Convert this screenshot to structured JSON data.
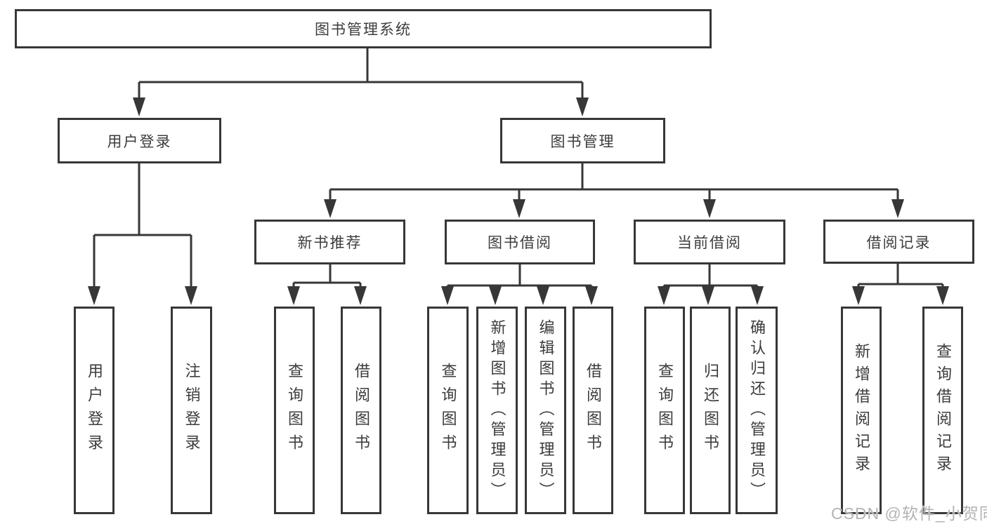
{
  "tree": {
    "root": {
      "label": "图书管理系统"
    },
    "login": {
      "label": "用户登录",
      "children": [
        {
          "label": "用户登录"
        },
        {
          "label": "注销登录"
        }
      ]
    },
    "management": {
      "label": "图书管理",
      "modules": [
        {
          "label": "新书推荐",
          "children": [
            {
              "label": "查询图书"
            },
            {
              "label": "借阅图书"
            }
          ]
        },
        {
          "label": "图书借阅",
          "children": [
            {
              "label": "查询图书"
            },
            {
              "label": "新增图书（管理员）"
            },
            {
              "label": "编辑图书（管理员）"
            },
            {
              "label": "借阅图书"
            }
          ]
        },
        {
          "label": "当前借阅",
          "children": [
            {
              "label": "查询图书"
            },
            {
              "label": "归还图书"
            },
            {
              "label": "确认归还（管理员）"
            }
          ]
        },
        {
          "label": "借阅记录",
          "children": [
            {
              "label": "新增借阅记录"
            },
            {
              "label": "查询借阅记录"
            }
          ]
        }
      ]
    }
  },
  "watermark": "CSDN @软件_小贺同学",
  "colors": {
    "line": "#373737",
    "text": "#3c3c3c",
    "watermark_text": "#b3b3b3",
    "background": "#ffffff"
  }
}
